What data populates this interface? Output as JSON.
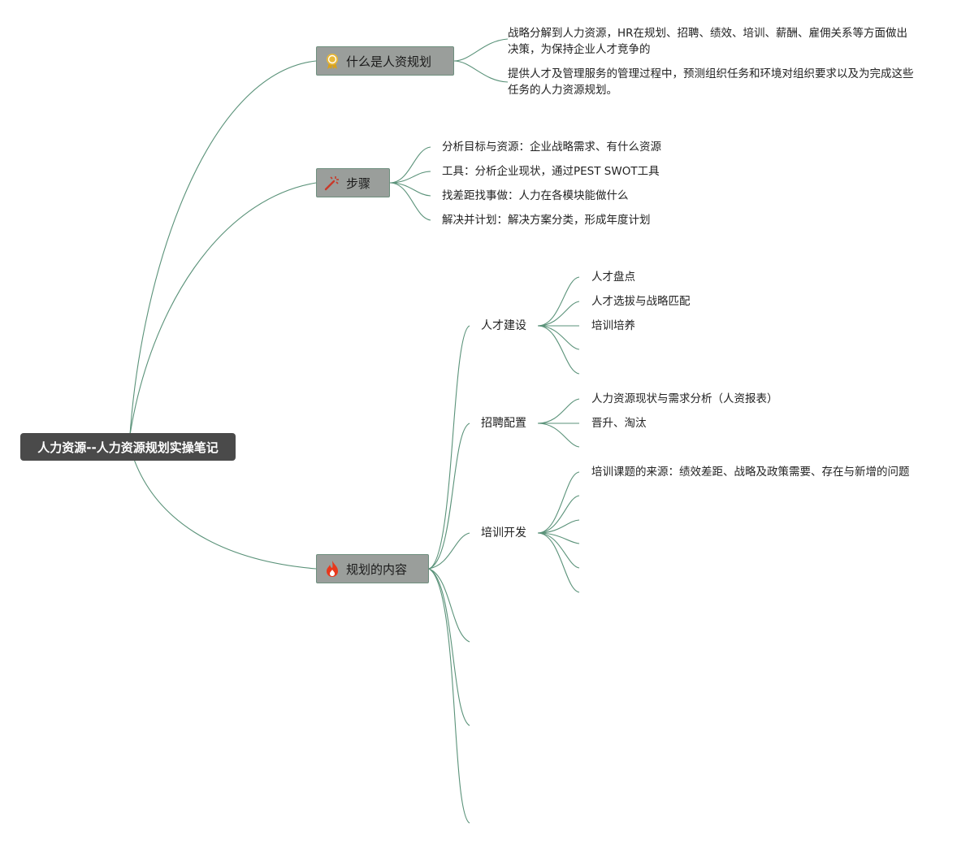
{
  "root": {
    "label": "人力资源--人力资源规划实操笔记"
  },
  "branches": {
    "what": {
      "label": "什么是人资规划",
      "icon": "ribbon-badge-icon",
      "children": [
        "战略分解到人力资源，HR在规划、招聘、绩效、培训、薪酬、雇佣关系等方面做出决策，为保持企业人才竞争的",
        "提供人才及管理服务的管理过程中，预测组织任务和环境对组织要求以及为完成这些任务的人力资源规划。"
      ]
    },
    "steps": {
      "label": "步骤",
      "icon": "magic-wand-icon",
      "children": [
        "分析目标与资源：企业战略需求、有什么资源",
        "工具：分析企业现状，通过PEST SWOT工具",
        "找差距找事做：人力在各模块能做什么",
        "解决并计划：解决方案分类，形成年度计划"
      ]
    },
    "content": {
      "label": "规划的内容",
      "icon": "fire-icon",
      "subtopics": [
        {
          "label": "人才建设",
          "children": [
            "人才盘点",
            "人才选拔与战略匹配",
            "培训培养",
            "",
            ""
          ]
        },
        {
          "label": "招聘配置",
          "children": [
            "人力资源现状与需求分析（人资报表）",
            "晋升、淘汰",
            ""
          ]
        },
        {
          "label": "培训开发",
          "children": [
            "培训课题的来源：绩效差距、战略及政策需要、存在与新增的问题",
            "",
            "",
            "",
            "",
            ""
          ]
        },
        {
          "label": ""
        },
        {
          "label": ""
        },
        {
          "label": ""
        }
      ]
    }
  },
  "colors": {
    "connector": "#5a9279",
    "root_bg": "#4a4a4a",
    "node_bg": "#9a9e9b"
  }
}
